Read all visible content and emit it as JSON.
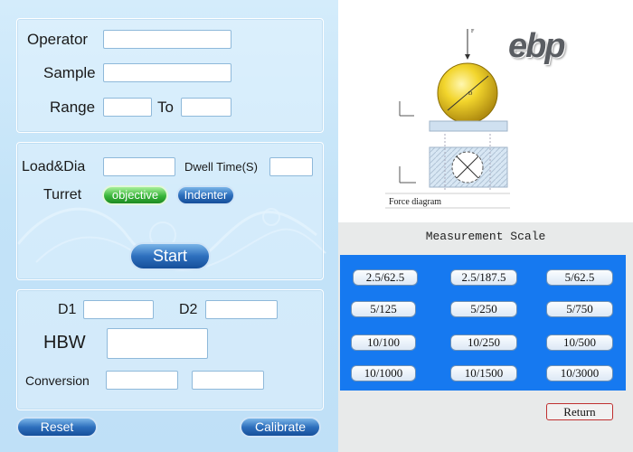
{
  "info": {
    "operator_label": "Operator",
    "sample_label": "Sample",
    "range_label": "Range",
    "to_label": "To",
    "operator_value": "",
    "sample_value": "",
    "range_from_value": "",
    "range_to_value": ""
  },
  "settings": {
    "load_dia_label": "Load&Dia",
    "dwell_time_label": "Dwell Time(S)",
    "turret_label": "Turret",
    "objective_label": "objective",
    "indenter_label": "Indenter",
    "start_label": "Start",
    "load_dia_value": "",
    "dwell_time_value": ""
  },
  "results": {
    "d1_label": "D1",
    "d2_label": "D2",
    "hbw_label": "HBW",
    "conversion_label": "Conversion",
    "d1_value": "",
    "d2_value": "",
    "hbw_value": "",
    "conversion_value_1": "",
    "conversion_value_2": ""
  },
  "actions": {
    "reset_label": "Reset",
    "calibrate_label": "Calibrate"
  },
  "diagram": {
    "force_label": "F",
    "diameter_label": "D",
    "caption": "Force diagram"
  },
  "logo": {
    "text": "EBP"
  },
  "scale": {
    "title": "Measurement Scale",
    "options": [
      "2.5/62.5",
      "2.5/187.5",
      "5/62.5",
      "5/125",
      "5/250",
      "5/750",
      "10/100",
      "10/250",
      "10/500",
      "10/1000",
      "10/1500",
      "10/3000"
    ],
    "return_label": "Return"
  },
  "colors": {
    "scale_panel_blue": "#1679f0",
    "objective_active_green": "#38b53a",
    "button_blue": "#2d6fbd",
    "sphere_yellow": "#f2d52c"
  }
}
